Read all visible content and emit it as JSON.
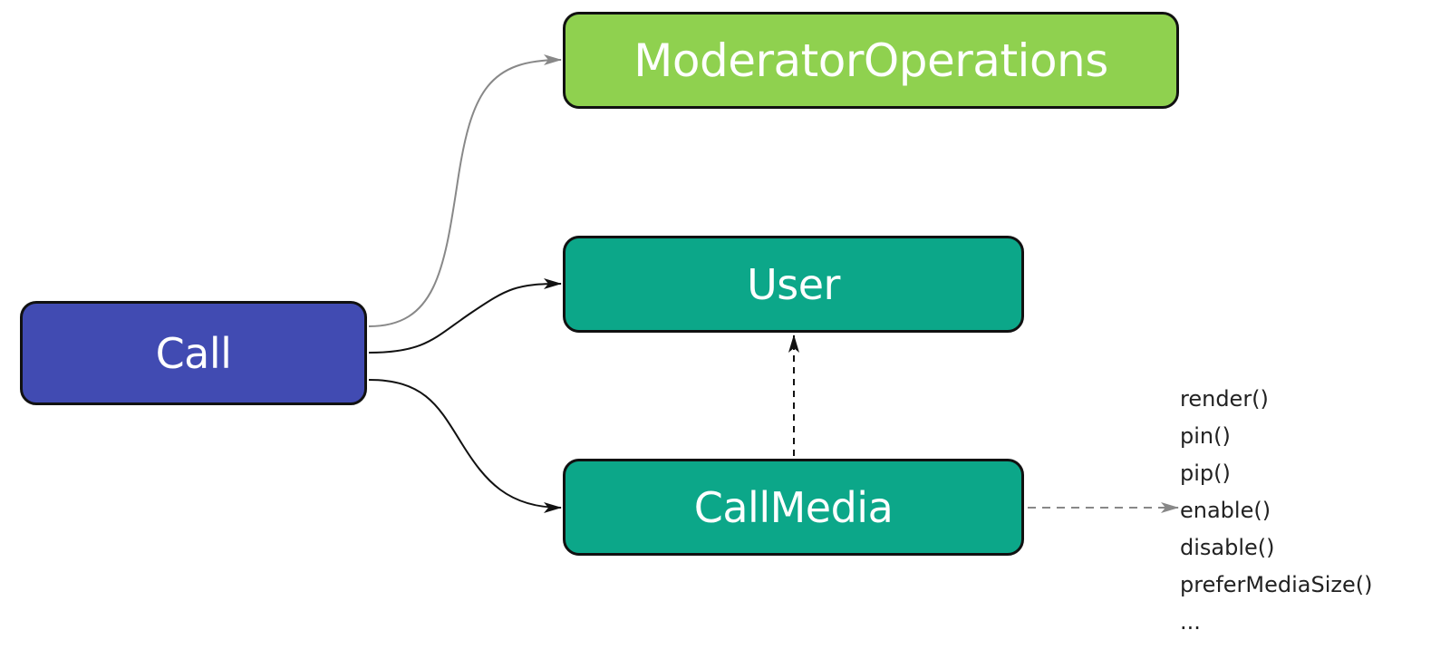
{
  "nodes": {
    "moderator": {
      "label": "ModeratorOperations",
      "color": "#8fd14f"
    },
    "user": {
      "label": "User",
      "color": "#0ca789"
    },
    "callmedia": {
      "label": "CallMedia",
      "color": "#0ca789"
    },
    "call": {
      "label": "Call",
      "color": "#414bb2"
    }
  },
  "methods": [
    "render()",
    "pin()",
    "pip()",
    "enable()",
    "disable()",
    "preferMediaSize()",
    "..."
  ],
  "edges": [
    {
      "from": "Call",
      "to": "ModeratorOperations",
      "style": "solid",
      "color": "#888888"
    },
    {
      "from": "Call",
      "to": "User",
      "style": "solid",
      "color": "#111111"
    },
    {
      "from": "Call",
      "to": "CallMedia",
      "style": "solid",
      "color": "#111111"
    },
    {
      "from": "CallMedia",
      "to": "User",
      "style": "dashed",
      "color": "#111111"
    },
    {
      "from": "CallMedia",
      "to": "enable()",
      "style": "dashed",
      "color": "#888888"
    }
  ]
}
